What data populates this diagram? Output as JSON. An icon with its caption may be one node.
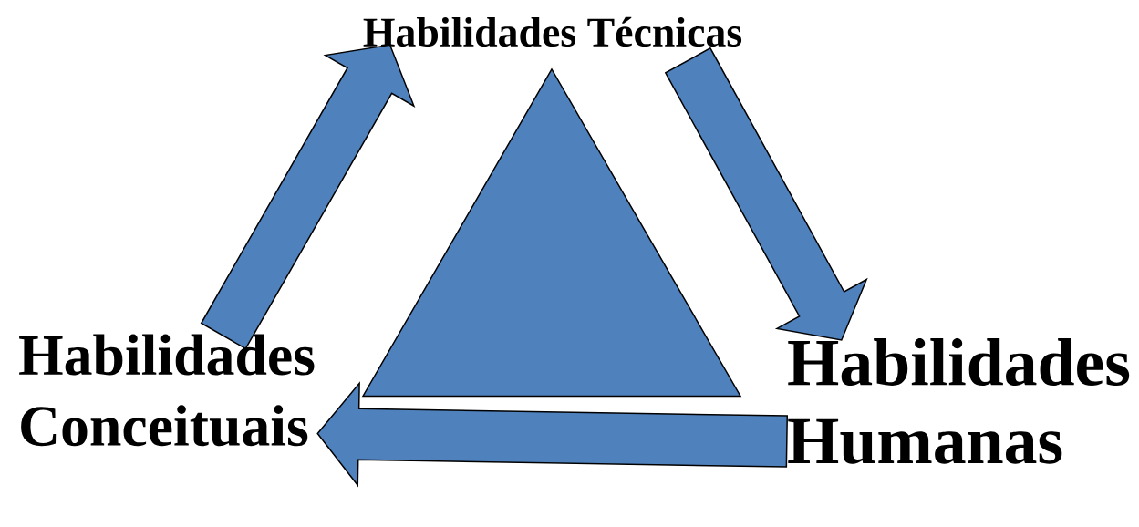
{
  "diagram": {
    "nodes": [
      {
        "text": [
          "Habilidades Técnicas"
        ]
      },
      {
        "text": [
          "Habilidades Humanas"
        ]
      },
      {
        "text": [
          "Habilidades Conceituais"
        ]
      },
      {
        "text": [],
        "shape": "triangle"
      }
    ],
    "edges": [
      {
        "from": 0,
        "to": 1,
        "arrow": "to"
      },
      {
        "from": 1,
        "to": 2,
        "arrow": "to"
      },
      {
        "from": 2,
        "to": 0,
        "arrow": "to"
      }
    ]
  }
}
